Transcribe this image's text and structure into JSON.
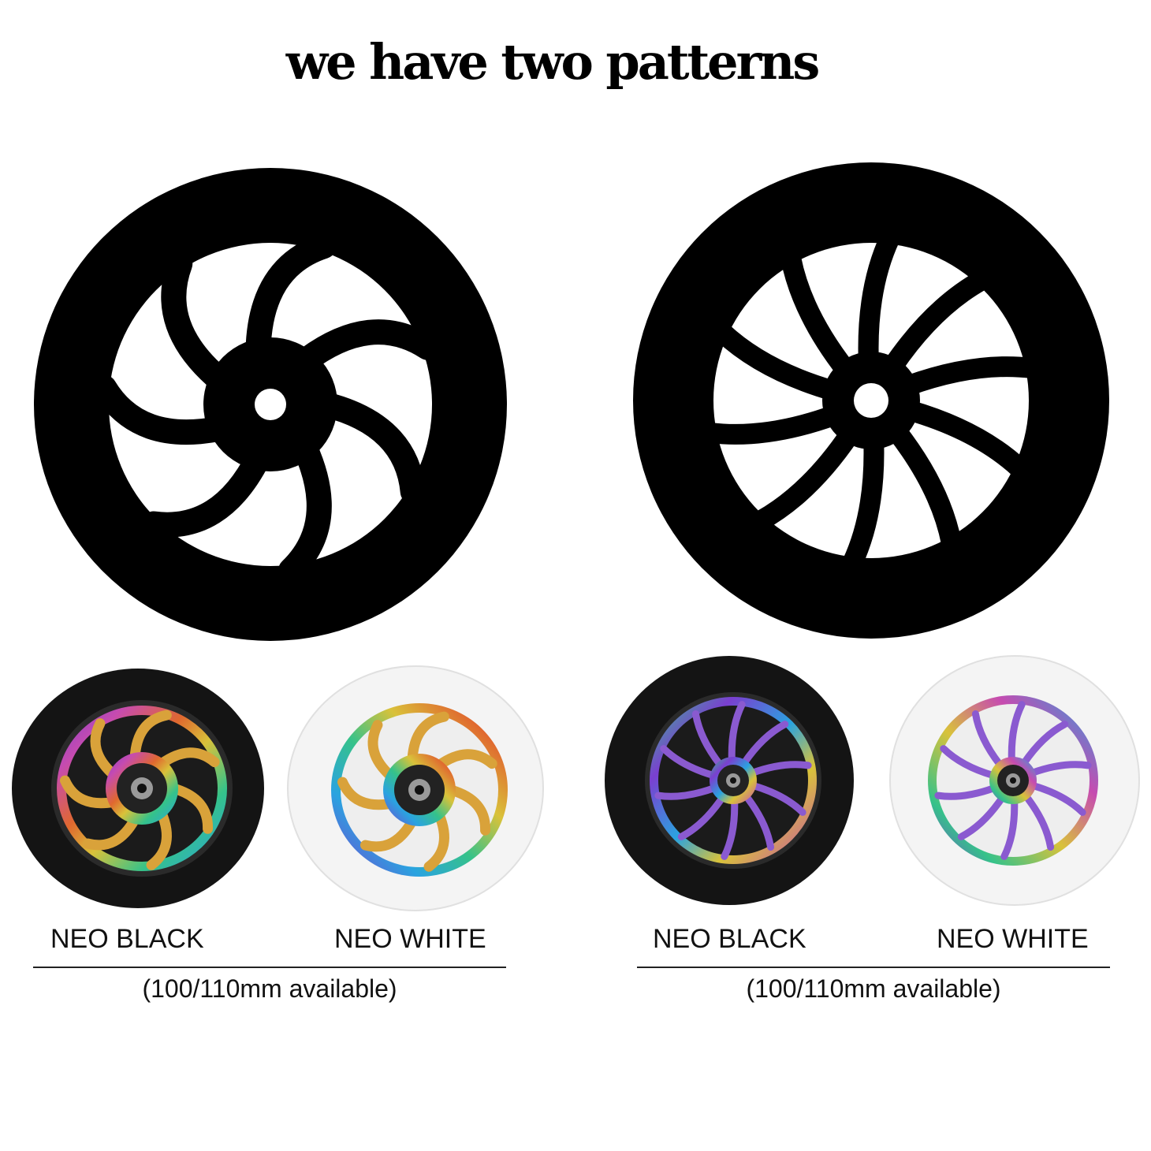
{
  "headline": "we have two patterns",
  "colors": {
    "silhouette": "#000000",
    "tire_black": "#111111",
    "tire_white": "#f4f4f4",
    "rainbow": [
      "#7a3fd0",
      "#2aa3e0",
      "#35c28a",
      "#d9c23a",
      "#e0682f",
      "#c64bb0"
    ]
  },
  "patterns": [
    {
      "style": "swirl",
      "variants": [
        {
          "label": "NEO BLACK",
          "tire": "black"
        },
        {
          "label": "NEO WHITE",
          "tire": "white"
        }
      ],
      "availability": "(100/110mm available)"
    },
    {
      "style": "spoke",
      "variants": [
        {
          "label": "NEO BLACK",
          "tire": "black"
        },
        {
          "label": "NEO WHITE",
          "tire": "white"
        }
      ],
      "availability": "(100/110mm available)"
    }
  ]
}
